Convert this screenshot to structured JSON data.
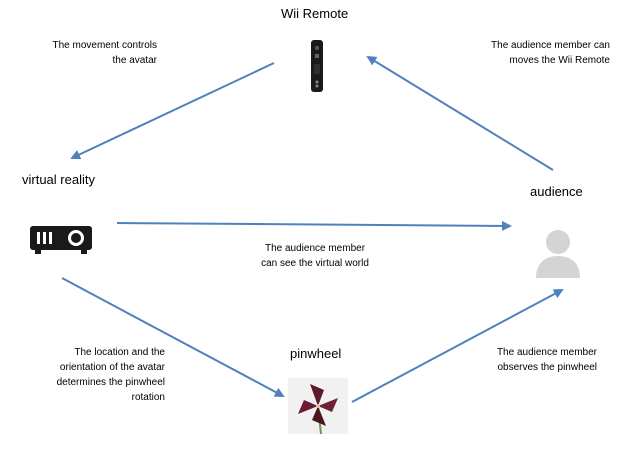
{
  "nodes": {
    "wii_remote": {
      "label": "Wii Remote",
      "icon": "wii-remote-icon"
    },
    "virtual_reality": {
      "label": "virtual reality",
      "icon": "projector-icon"
    },
    "audience": {
      "label": "audience",
      "icon": "person-icon"
    },
    "pinwheel": {
      "label": "pinwheel",
      "icon": "pinwheel-icon"
    }
  },
  "notes": {
    "controls_avatar": "The movement controls\nthe avatar",
    "moves_remote": "The audience member can\nmoves the Wii Remote",
    "sees_world": "The audience member\ncan see the virtual world",
    "determines_rotation": "The location and the\norientation of the avatar\ndetermines the pinwheel\nrotation",
    "observes_pinwheel": "The audience member\nobserves the pinwheel"
  },
  "colors": {
    "arrow": "#4f81bd",
    "icon_dark": "#1a1a1a",
    "person_gray": "#d4d4d4",
    "pinwheel_red": "#5e1a2a",
    "stem_green": "#6a9a50"
  }
}
